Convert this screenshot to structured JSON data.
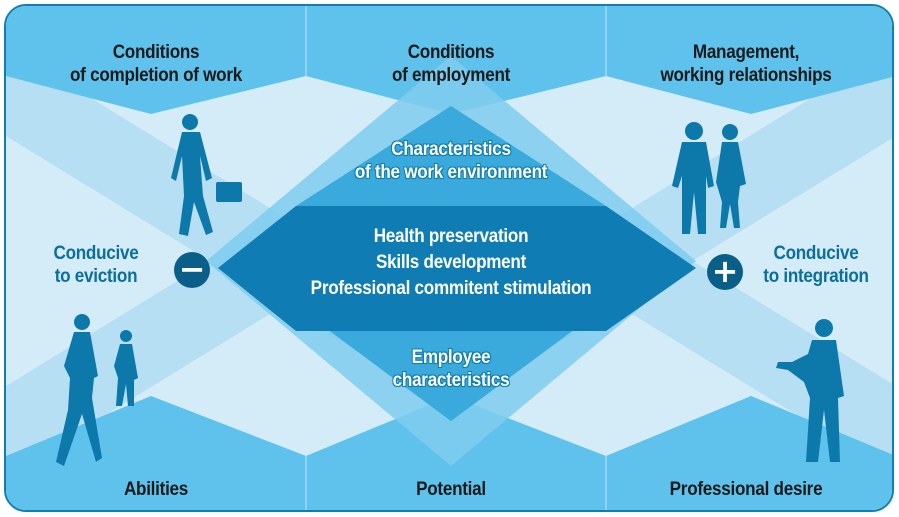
{
  "top_labels": {
    "left": [
      "Conditions",
      "of completion of work"
    ],
    "center": [
      "Conditions",
      "of employment"
    ],
    "right": [
      "Management,",
      "working relationships"
    ]
  },
  "bottom_labels": {
    "left": "Abilities",
    "center": "Potential",
    "right": "Professional desire"
  },
  "side_labels": {
    "left": [
      "Conducive",
      "to eviction"
    ],
    "right": [
      "Conducive",
      "to integration"
    ]
  },
  "upper_inner": [
    "Characteristics",
    "of the work environment"
  ],
  "lower_inner": [
    "Employee",
    "characteristics"
  ],
  "center_box": [
    "Health preservation",
    "Skills development",
    "Professional commitent stimulation"
  ],
  "signs": {
    "minus": "−",
    "plus": "+"
  },
  "colors": {
    "frame_border": "#0e7fb0",
    "background": "#d4ecf8",
    "light_band": "#a9dbf2",
    "mid_band": "#6cc6ec",
    "center_diamond": "#0f7db3",
    "silhouette": "#0d79ab",
    "sign_fill": "#0a5f88"
  },
  "icons": [
    "walking-man-briefcase-icon",
    "couple-talking-icon",
    "walking-women-icon",
    "presenting-man-icon"
  ]
}
